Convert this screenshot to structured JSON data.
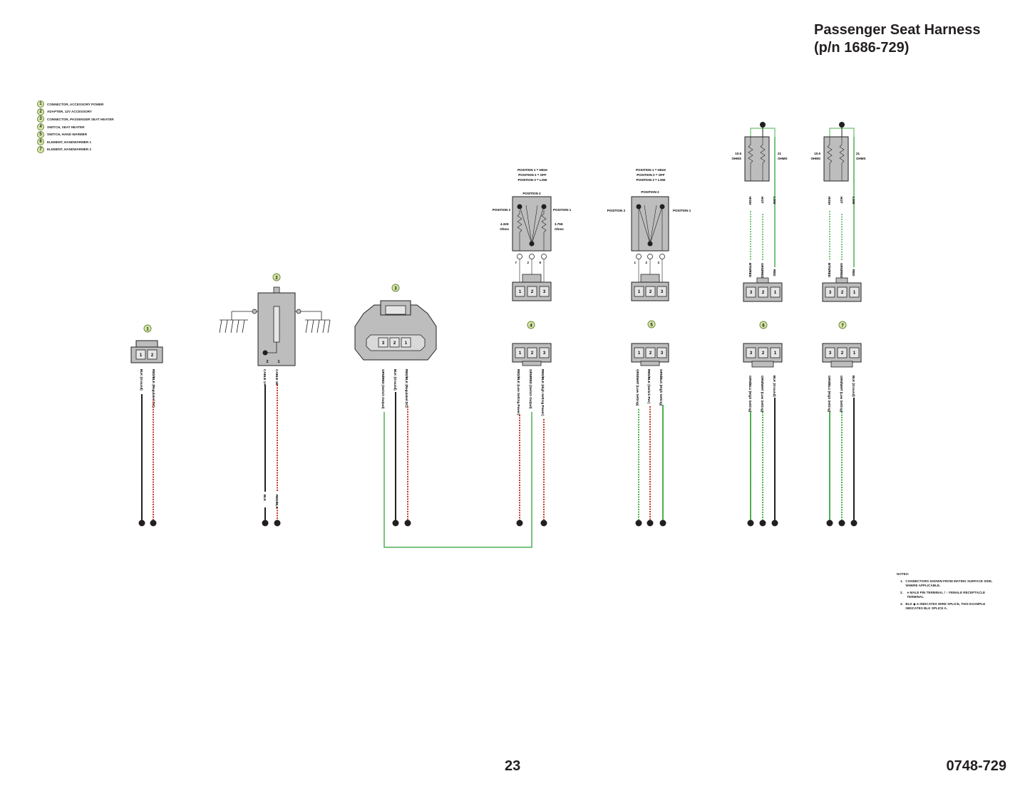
{
  "header": {
    "title_line1": "Passenger Seat Harness",
    "title_line2": "(p/n 1686-729)"
  },
  "footer": {
    "page_number": "23",
    "doc_number": "0748-729"
  },
  "legend": [
    {
      "num": "1",
      "label": "CONNECTOR, ACCESSORY POWER"
    },
    {
      "num": "2",
      "label": "ADAPTER, 12V ACCESSORY"
    },
    {
      "num": "3",
      "label": "CONNECTOR, PASSENGER SEAT HEATER"
    },
    {
      "num": "4",
      "label": "SWITCH, SEAT HEATER"
    },
    {
      "num": "5",
      "label": "SWITCH, HAND WARMER"
    },
    {
      "num": "6",
      "label": "ELEMENT, HANDWARMER 1"
    },
    {
      "num": "7",
      "label": "ELEMENT, HANDWARMER 2"
    }
  ],
  "notes": {
    "heading": "NOTES:",
    "items": [
      {
        "num": "1.",
        "text": "CONNECTORS SHOWN FROM MATING SURFACE SIDE, WHERE APPLICABLE."
      },
      {
        "num": "2.",
        "text": "● MALE PIN TERMINAL / ○ FEMALE RECEPTACLE TERMINAL"
      },
      {
        "num": "3.",
        "text": "BLK ◆ A INDICATES WIRE SPLICE, THIS EXAMPLE INDICATES BLK SPLICE A."
      }
    ]
  },
  "colors": {
    "red": "#c0392b",
    "green": "#4caf50",
    "black": "#231f20",
    "connector": "#bdbdbd",
    "badge": "#d6e6a9"
  },
  "connectors": {
    "c1": {
      "badge": "1",
      "pins": [
        "1",
        "2"
      ],
      "wire_labels": [
        "BLK (Ground)",
        "RED/BLK (Regulated DC)"
      ]
    },
    "c2": {
      "badge": "2",
      "pins": [
        "2",
        "1"
      ],
      "wire_labels": [
        "CABLE 1A",
        "CABLE 1B"
      ],
      "end_labels": [
        "BLK",
        "RED/BLK"
      ]
    },
    "c3": {
      "badge": "3",
      "pins": [
        "3",
        "2",
        "1"
      ],
      "wire_labels": [
        "GRN/RED (Switch Output)",
        "BLK (Ground)",
        "RED/BLK (Regulated DC)"
      ]
    },
    "c4": {
      "badge": "4",
      "pins": [
        "1",
        "2",
        "3"
      ],
      "wire_labels": [
        "RED/BLK (Low Setting Power)",
        "GRN/RED (Switch Output)",
        "RED/BLK (High Setting Power)"
      ],
      "positions": [
        "POSITION 1 = HIGH",
        "POSITION 2 = OFF",
        "POSITION 3 = LOW"
      ],
      "pos_top": "POSITION 2",
      "pos_left": "POSITION 3",
      "pos_right": "POSITION 1",
      "res_left": "4.32K",
      "res_left_unit": "Ohms",
      "res_right": "3.75K",
      "res_right_unit": "Ohms",
      "term_nums": [
        "7",
        "2",
        "9"
      ]
    },
    "c5": {
      "badge": "5",
      "pins": [
        "1",
        "2",
        "3"
      ],
      "wire_labels": [
        "GRN/WHT (Low Setting)",
        "RED/BLK (Switch Pwr)",
        "GRN/BLK (High Setting)"
      ],
      "positions": [
        "POSITION 1 = HIGH",
        "POSITION 2 = OFF",
        "POSITION 3 = LOW"
      ],
      "pos_top": "POSITION 2",
      "pos_left": "POSITION 3",
      "pos_right": "POSITION 1",
      "term_nums": [
        "1",
        "2",
        "3"
      ]
    },
    "c6": {
      "badge": "6",
      "pins": [
        "3",
        "2",
        "1"
      ],
      "wire_labels": [
        "GRN/BLU (High Setting)",
        "GRN/WHT (Low Setting)",
        "BLK (Ground)"
      ],
      "res_left": "10.5",
      "res_left_unit": "OHMS",
      "res_right": "21",
      "res_right_unit": "OHMS",
      "top_wires": [
        "HIGH",
        "HOT",
        "LOW"
      ],
      "top_end_labels": [
        "BTN/RED",
        "GRN/RED",
        "RED"
      ]
    },
    "c7": {
      "badge": "7",
      "pins": [
        "3",
        "2",
        "1"
      ],
      "wire_labels": [
        "GRN/BLU (High Setting)",
        "GRN/WHT (Low Setting)",
        "BLK (Ground)"
      ],
      "res_left": "10.5",
      "res_left_unit": "OHMS",
      "res_right": "21",
      "res_right_unit": "OHMS",
      "top_wires": [
        "HIGH",
        "HOT",
        "LOW"
      ],
      "top_end_labels": [
        "BTN/RED",
        "GRN/RED",
        "RED"
      ]
    }
  }
}
